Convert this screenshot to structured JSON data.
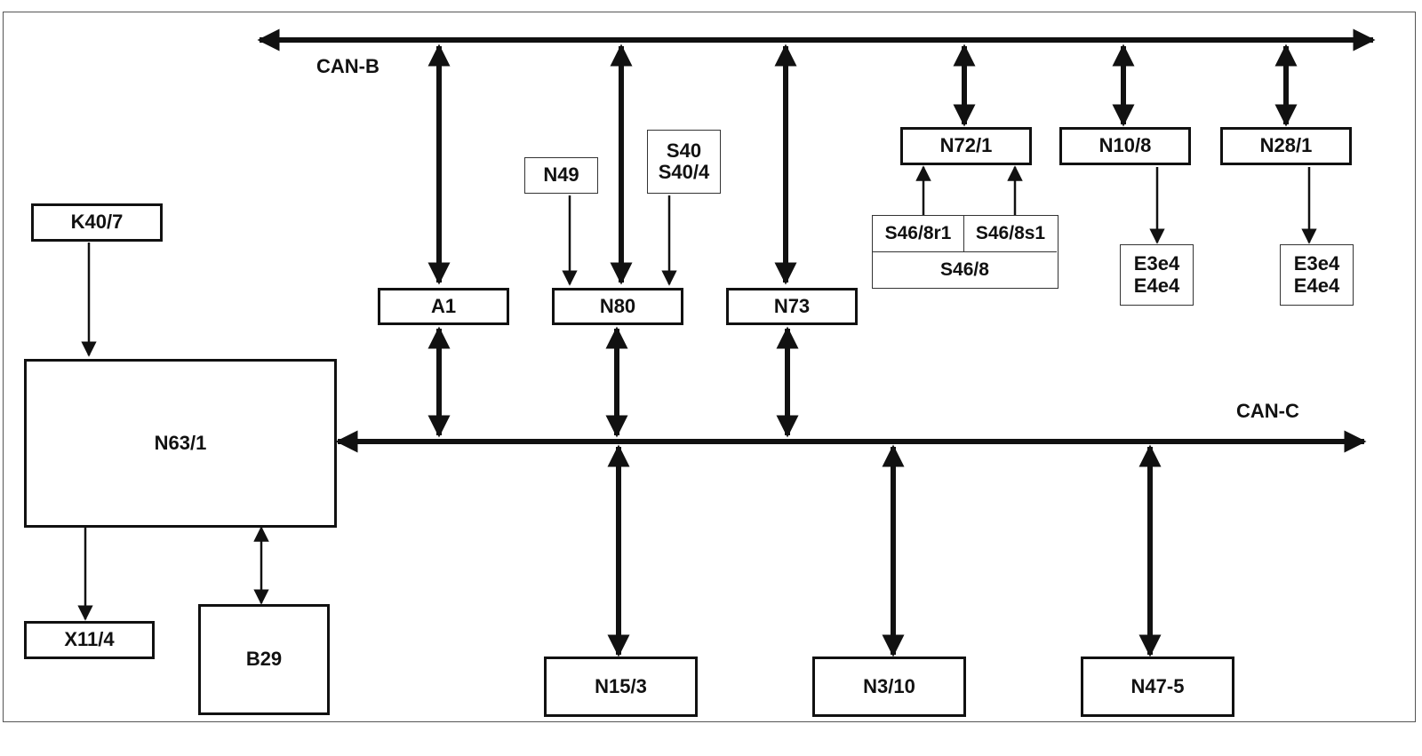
{
  "buses": {
    "can_b": "CAN-B",
    "can_c": "CAN-C"
  },
  "modules": {
    "k40_7": "K40/7",
    "n63_1": "N63/1",
    "x11_4": "X11/4",
    "b29": "B29",
    "a1": "A1",
    "n80": "N80",
    "n49": "N49",
    "s40_line1": "S40",
    "s40_line2": "S40/4",
    "n73": "N73",
    "n72_1": "N72/1",
    "s46_8r1": "S46/8r1",
    "s46_8s1": "S46/8s1",
    "s46_8": "S46/8",
    "n10_8": "N10/8",
    "n28_1": "N28/1",
    "e3e4_a": "E3e4",
    "e4e4_a": "E4e4",
    "e3e4_b": "E3e4",
    "e4e4_b": "E4e4",
    "n15_3": "N15/3",
    "n3_10": "N3/10",
    "n47_5": "N47-5"
  }
}
